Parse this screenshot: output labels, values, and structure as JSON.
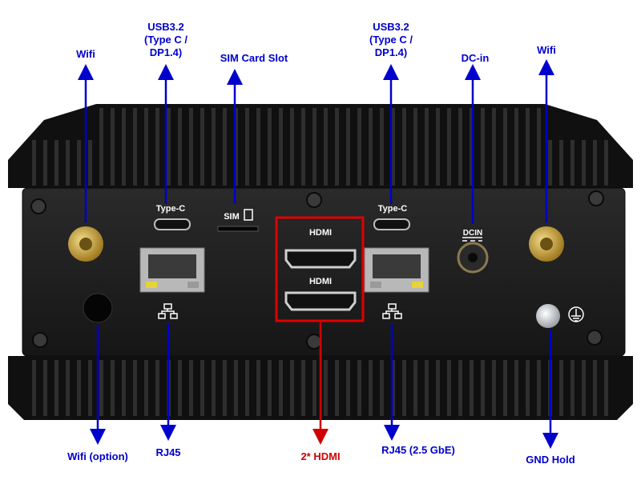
{
  "labels": {
    "wifi_left": "Wifi",
    "usb_left_line1": "USB3.2",
    "usb_left_line2": "(Type C /",
    "usb_left_line3": "DP1.4)",
    "sim": "SIM Card Slot",
    "usb_right_line1": "USB3.2",
    "usb_right_line2": "(Type C /",
    "usb_right_line3": "DP1.4)",
    "dcin": "DC-in",
    "wifi_right": "Wifi",
    "wifi_option": "Wifi (option)",
    "rj45": "RJ45",
    "hdmi2": "2* HDMI",
    "rj45_25": "RJ45 (2.5 GbE)",
    "gnd": "GND Hold"
  },
  "silkscreen": {
    "typec_left": "Type-C",
    "sim": "SIM",
    "hdmi_top": "HDMI",
    "hdmi_bottom": "HDMI",
    "typec_right": "Type-C",
    "dcin": "DCIN"
  },
  "colors": {
    "label_blue": "#0000cc",
    "label_red": "#d00000",
    "hdmi_box": "#e00000",
    "chassis": "#1a1a1a",
    "panel": "#222222"
  }
}
